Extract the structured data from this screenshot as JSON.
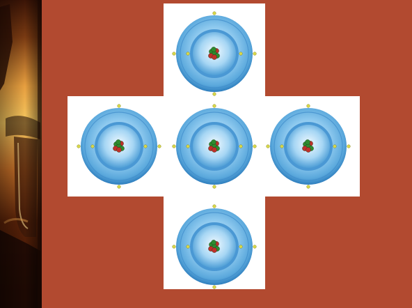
{
  "colors": {
    "background": "#B24A30",
    "tile": "#FFFFFF",
    "side_photo_dark": "#2A0E05",
    "side_photo_glow": "#F0B040"
  },
  "side_photo": {
    "icon": "lab-beaker-photo"
  },
  "atoms": [
    {
      "id": "top",
      "icon": "atom-icon"
    },
    {
      "id": "left",
      "icon": "atom-icon"
    },
    {
      "id": "center",
      "icon": "atom-icon"
    },
    {
      "id": "right",
      "icon": "atom-icon"
    },
    {
      "id": "bottom",
      "icon": "atom-icon"
    }
  ],
  "atom_model": {
    "inner_shell_electrons": 2,
    "outer_shell_electrons": 4,
    "shell_color": "#5AA8DC",
    "electron_color": "#D8D84A",
    "nucleus_colors": [
      "#2E8B2E",
      "#C0302A"
    ]
  }
}
